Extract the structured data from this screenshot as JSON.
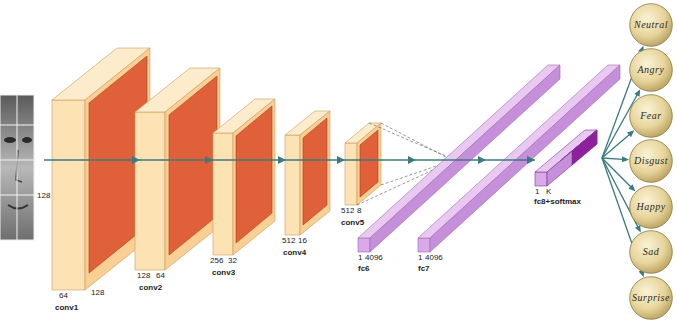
{
  "diagram": {
    "nodes": [
      {
        "text": [
          "fc8+softmax"
        ]
      },
      {
        "text": [
          "Neutral"
        ]
      },
      {
        "text": [
          "Angry"
        ]
      },
      {
        "text": [
          "Fear"
        ]
      },
      {
        "text": [
          "Disgust"
        ]
      },
      {
        "text": [
          "Happy"
        ]
      },
      {
        "text": [
          "Sad"
        ]
      },
      {
        "text": [
          "Surprise"
        ]
      }
    ],
    "edges": [
      {
        "from": 0,
        "to": 1,
        "arrow": "to"
      },
      {
        "from": 0,
        "to": 2,
        "arrow": "to"
      },
      {
        "from": 0,
        "to": 3,
        "arrow": "to"
      },
      {
        "from": 0,
        "to": 4,
        "arrow": "to"
      },
      {
        "from": 0,
        "to": 5,
        "arrow": "to"
      },
      {
        "from": 0,
        "to": 6,
        "arrow": "to"
      },
      {
        "from": 0,
        "to": 7,
        "arrow": "to"
      }
    ],
    "labels": [
      "128",
      "64",
      "128",
      "conv1",
      "128",
      "64",
      "conv2",
      "256",
      "32",
      "conv3",
      "512",
      "16",
      "conv4",
      "512",
      "8",
      "conv5",
      "1",
      "4096",
      "fc6",
      "1",
      "4096",
      "fc7",
      "1",
      "K"
    ]
  }
}
